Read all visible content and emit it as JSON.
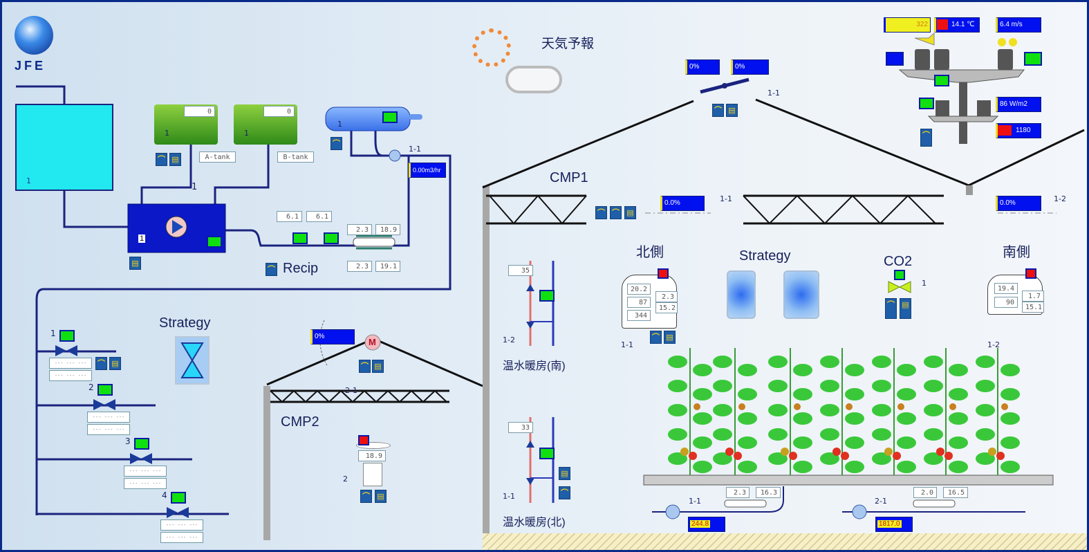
{
  "logo": {
    "text": "JFE"
  },
  "weather_forecast": {
    "label": "天気予報",
    "icon": "sun-cloud-icon"
  },
  "colors": {
    "frame": "#0a2a8a",
    "pipe": "#1a237e",
    "status_on": "#10e010",
    "alarm": "#ee1010",
    "bar": "#0010ee"
  },
  "weather_station": {
    "radiation_sum": "322",
    "temperature": "14.1 ℃",
    "wind_speed": "6.4 m/s",
    "solar_radiation": "86 W/m2",
    "co2": "1180"
  },
  "nutrient": {
    "main_tank_label": "1",
    "tank_a": {
      "value": "0",
      "id": "1",
      "name": "A-tank"
    },
    "tank_b": {
      "value": "0",
      "id": "1",
      "name": "B-tank"
    },
    "mixer": {
      "id": "1",
      "line_label": "1"
    },
    "heater": {
      "id": "1"
    },
    "flow": {
      "id": "1-1",
      "value": "0.00m3/hr"
    },
    "ec_sensors": [
      "6.1",
      "6.1"
    ],
    "dosing_values": [
      "2.3",
      "18.9",
      "2.3",
      "19.1"
    ],
    "recip_label": "Recip"
  },
  "valves": {
    "items": [
      {
        "id": "1"
      },
      {
        "id": "2"
      },
      {
        "id": "3"
      },
      {
        "id": "4"
      }
    ],
    "placeholder": "--- --- ---"
  },
  "strategy_left": {
    "label": "Strategy"
  },
  "cmp2": {
    "label": "CMP2",
    "vent_value": "0%",
    "vent_id": "2-1",
    "sensor_id": "2",
    "sensor_value": "18.9"
  },
  "cmp1": {
    "label": "CMP1",
    "roof_vent": {
      "left": "0%",
      "right": "0%",
      "id": "1-1"
    },
    "screen_left": {
      "value": "0.0%",
      "id": "1-1"
    },
    "screen_right": {
      "value": "0.0%",
      "id": "1-2"
    }
  },
  "heating": {
    "south": {
      "label": "温水暖房(南)",
      "id": "1-2",
      "temp": "35"
    },
    "north": {
      "label": "温水暖房(北)",
      "id": "1-1",
      "temp": "33"
    }
  },
  "north_side": {
    "label": "北側",
    "id": "1-1",
    "values": [
      "20.2",
      "2.3",
      "87",
      "15.2",
      "344"
    ]
  },
  "south_side": {
    "label": "南側",
    "id": "1-2",
    "values": [
      "19.4",
      "1.7",
      "90",
      "15.1"
    ]
  },
  "strategy_right": {
    "label": "Strategy"
  },
  "co2": {
    "label": "CO2",
    "id": "1"
  },
  "irrigation": [
    {
      "id": "1-1",
      "values": [
        "2.3",
        "16.3"
      ],
      "total": "244.8"
    },
    {
      "id": "2-1",
      "values": [
        "2.0",
        "16.5"
      ],
      "total": "1817.0"
    }
  ]
}
